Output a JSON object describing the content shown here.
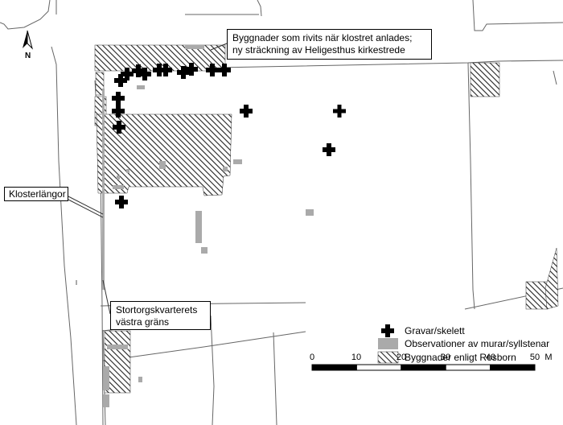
{
  "callouts": {
    "buildings_line1": "Byggnader som rivits när klostret anlades;",
    "buildings_line2": "ny sträckning av Heligesthus kirkestrede",
    "klosterlangor": "Klosterlängor",
    "stortorg_line1": "Stortorgskvarterets",
    "stortorg_line2": "västra gräns"
  },
  "legend": {
    "graves": "Gravar/skelett",
    "observations": "Observationer av murar/syllstenar",
    "rosborn": "Byggnader enligt Rosborn"
  },
  "scale": {
    "ticks": [
      "0",
      "10",
      "20",
      "30",
      "40",
      "50"
    ],
    "unit": "M"
  },
  "north": "N",
  "colors": {
    "grave": "#000000",
    "observation": "#aaaaaa",
    "hatch": "#222222",
    "street_line": "#555555"
  }
}
